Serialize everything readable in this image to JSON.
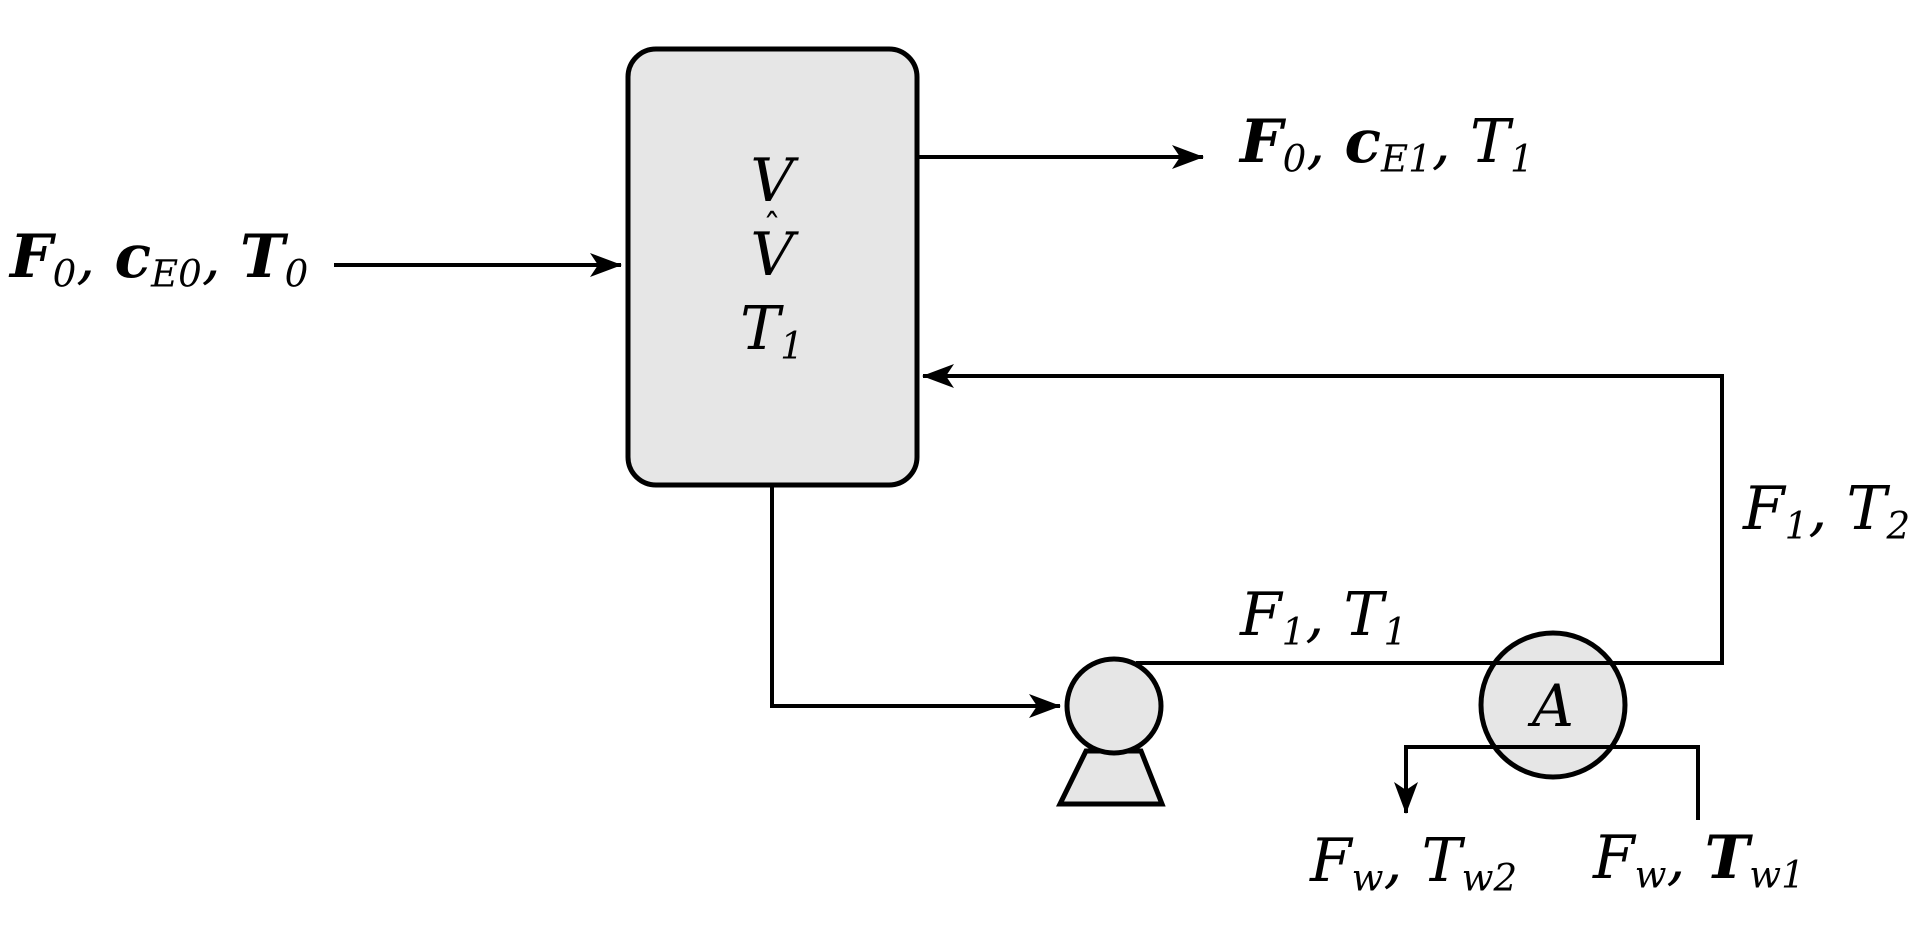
{
  "theme": {
    "background": "#ffffff",
    "shape_fill": "#e6e6e6",
    "line_color": "#000000"
  },
  "tank": {
    "volume": "V",
    "hat": "ˆ",
    "volume_hat": "V",
    "temp": "T",
    "temp_sub": "1"
  },
  "exchanger": {
    "label": "A"
  },
  "pump": {
    "name": "recycle-pump"
  },
  "labels": {
    "feed": {
      "f": "F",
      "f_sub": "0",
      "sep1": ", ",
      "c": "c",
      "c_sub": "E0",
      "sep2": ", ",
      "t": "T",
      "t_sub": "0"
    },
    "outlet": {
      "f": "F",
      "f_sub": "0",
      "sep1": ", ",
      "c": "c",
      "c_sub": "E1",
      "sep2": ", ",
      "t": "T",
      "t_sub": "1"
    },
    "recycle_return": {
      "f": "F",
      "f_sub": "1",
      "sep": ", ",
      "t": "T",
      "t_sub": "2"
    },
    "pump_line": {
      "f": "F",
      "f_sub": "1",
      "sep": ", ",
      "t": "T",
      "t_sub": "1"
    },
    "water_out": {
      "f": "F",
      "f_sub": "w",
      "sep": ", ",
      "t": "T",
      "t_sub": "w2"
    },
    "water_in": {
      "f": "F",
      "f_sub": "w",
      "sep": ", ",
      "t": "T",
      "t_sub": "w1"
    }
  }
}
